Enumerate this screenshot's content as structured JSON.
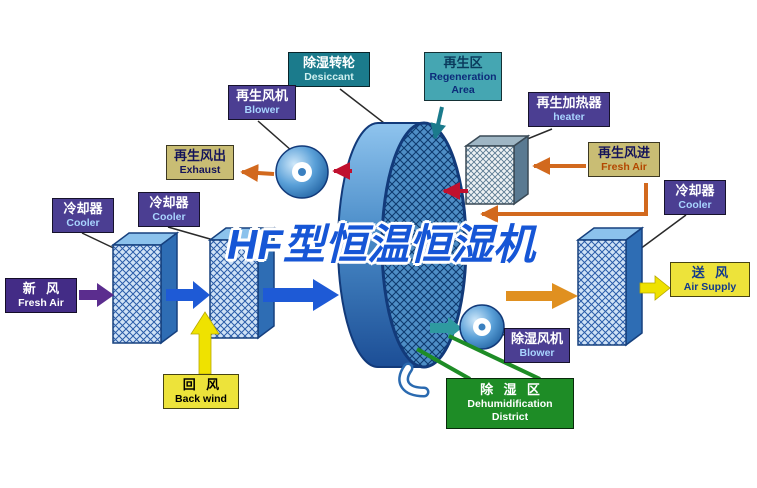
{
  "title": "HF型恒温恒湿机",
  "labels": {
    "desiccant": {
      "zh": "除湿转轮",
      "en": "Desiccant"
    },
    "regen_area": {
      "zh": "再生区",
      "en": "Regeneration Area"
    },
    "regen_blower": {
      "zh": "再生风机",
      "en": "Blower"
    },
    "regen_heater": {
      "zh": "再生加热器",
      "en": "heater"
    },
    "regen_exhaust": {
      "zh": "再生风出",
      "en": "Exhaust"
    },
    "regen_fresh_air": {
      "zh": "再生风进",
      "en": "Fresh Air"
    },
    "cooler_left": {
      "zh": "冷却器",
      "en": "Cooler"
    },
    "cooler_mid": {
      "zh": "冷却器",
      "en": "Cooler"
    },
    "cooler_right": {
      "zh": "冷却器",
      "en": "Cooler"
    },
    "fresh_air_in": {
      "zh": "新风",
      "en": "Fresh Air"
    },
    "back_wind": {
      "zh": "回风",
      "en": "Back wind"
    },
    "air_supply": {
      "zh": "送风",
      "en": "Air Supply"
    },
    "dehum_blower": {
      "zh": "除湿风机",
      "en": "Blower"
    },
    "dehum_district": {
      "zh": "除湿区",
      "en": "Dehumidification District"
    }
  },
  "colors": {
    "title_blue": "#1656D6",
    "purple_label": "#4B3E92",
    "deep_purple_label": "#432C86",
    "teal_dark_label": "#1B7B8C",
    "teal_light_label": "#45A6B2",
    "tan_label": "#C9BD74",
    "yellow_label": "#EDE33A",
    "green_label": "#1E8C26",
    "process_air_blue": "#1E5AD6",
    "regeneration_red": "#C0102E",
    "regen_orange": "#D2691E",
    "back_wind_yellow": "#EFE200",
    "fresh_air_purple": "#5B2D8E",
    "dehum_teal": "#2E9AA0"
  }
}
